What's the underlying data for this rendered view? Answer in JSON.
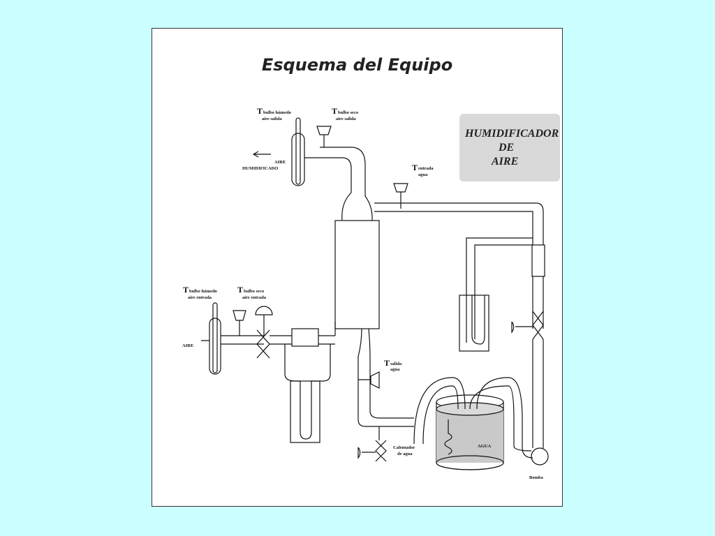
{
  "title": "Esquema del Equipo",
  "caption": {
    "line1": "HUMIDIFICADOR",
    "line2": "DE",
    "line3": "AIRE"
  },
  "labels": {
    "t_wet_out": "bulbo húmedo",
    "t_wet_out_2": "aire salida",
    "t_dry_out": "bulbo seco",
    "t_dry_out_2": "aire salida",
    "air_out_1": "AIRE",
    "air_out_2": "HUMIDIFICADO",
    "t_water_in": "entrada",
    "t_water_in_2": "agua",
    "t_wet_in": "bulbo húmedo",
    "t_wet_in_2": "aire entrada",
    "t_dry_in": "bulbo seco",
    "t_dry_in_2": "aire entrada",
    "air_in": "AIRE",
    "t_water_out": "salida",
    "t_water_out_2": "agua",
    "heater_1": "Calentador",
    "heater_2": "de agua",
    "water": "AGUA",
    "pump": "Bomba",
    "t_symbol": "T"
  }
}
